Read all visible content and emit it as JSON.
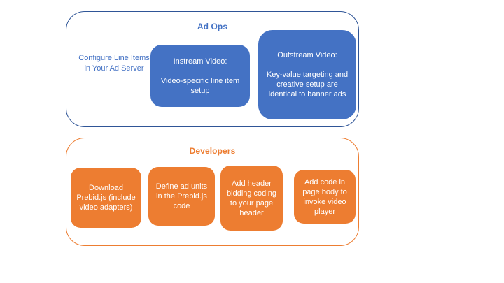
{
  "colors": {
    "blue_fill": "#4472C4",
    "blue_outline": "#2F5597",
    "blue_text": "#4472C4",
    "orange": "#ED7D31",
    "box_text": "#FFFFFF",
    "background": "#FFFFFF"
  },
  "ad_ops": {
    "title": "Ad Ops",
    "side_note": "Configure Line Items in Your Ad Server",
    "boxes": [
      {
        "name": "instream-video",
        "title": "Instream Video:",
        "body": "Video-specific line item setup"
      },
      {
        "name": "outstream-video",
        "title": "Outstream Video:",
        "body": "Key-value targeting and creative setup are identical to banner ads"
      }
    ]
  },
  "developers": {
    "title": "Developers",
    "boxes": [
      {
        "name": "download-prebid",
        "label": "Download Prebid.js (include video adapters)"
      },
      {
        "name": "define-ad-units",
        "label": "Define ad units in the Prebid.js code"
      },
      {
        "name": "add-header-bidding",
        "label": "Add header bidding coding to your page header"
      },
      {
        "name": "add-page-body-code",
        "label": "Add code in page body to invoke video player"
      }
    ]
  }
}
